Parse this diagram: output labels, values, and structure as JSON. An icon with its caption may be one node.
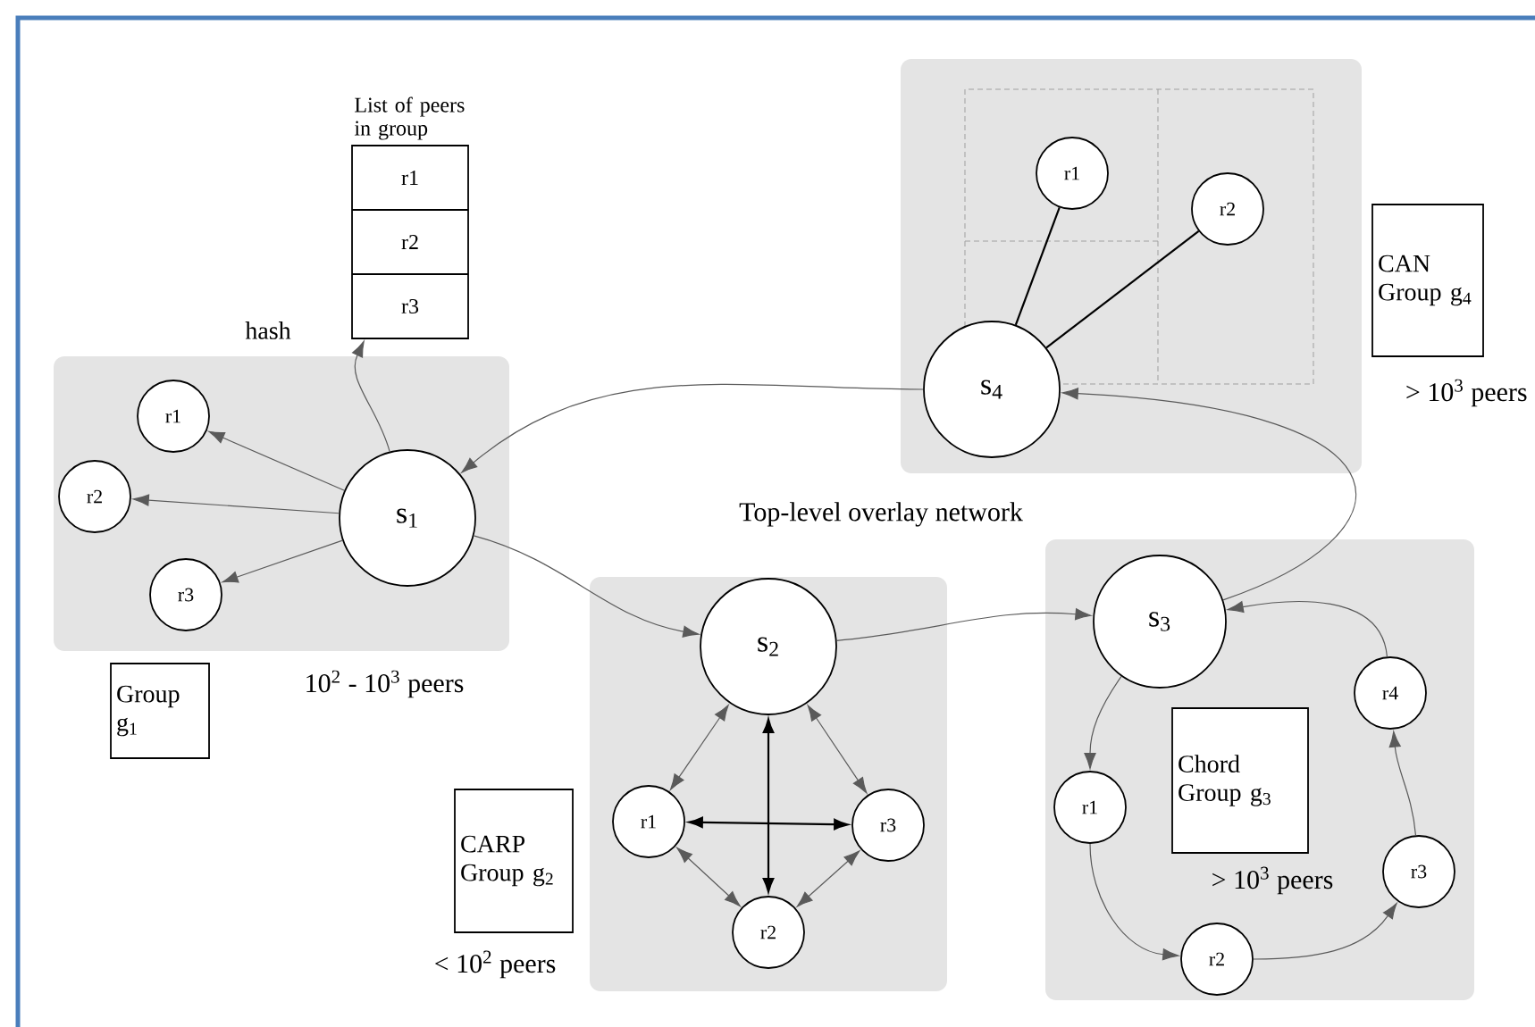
{
  "diagram": {
    "nodes": [
      {
        "text": [],
        "shape": "box"
      },
      {
        "text": [
          "s$_{1}$"
        ],
        "in": 0
      },
      {
        "text": [
          "r1"
        ],
        "in": 0
      },
      {
        "text": [
          "r2"
        ],
        "in": 0
      },
      {
        "text": [
          "r3"
        ],
        "in": 0
      },
      {
        "text": [],
        "shape": "box"
      },
      {
        "text": [
          "s$_{2}$"
        ],
        "in": 5
      },
      {
        "text": [
          "r1"
        ],
        "in": 5
      },
      {
        "text": [
          "r3"
        ],
        "in": 5
      },
      {
        "text": [
          "r2"
        ],
        "in": 5
      },
      {
        "text": [],
        "shape": "box"
      },
      {
        "text": [
          "s$_{3}$"
        ],
        "in": 10
      },
      {
        "text": [
          "r1"
        ],
        "in": 10
      },
      {
        "text": [
          "r2"
        ],
        "in": 10
      },
      {
        "text": [
          "r3"
        ],
        "in": 10
      },
      {
        "text": [
          "r4"
        ],
        "in": 10
      },
      {
        "text": [],
        "shape": "box"
      },
      {
        "text": [
          "s$_{4}$"
        ],
        "in": 16
      },
      {
        "text": [
          "r1"
        ],
        "in": 16
      },
      {
        "text": [
          "r2"
        ],
        "in": 16
      },
      {
        "text": [
          "List of peers in group",
          "r1",
          "r2",
          "r3"
        ]
      },
      {
        "text": [
          "Group g$_{1}$"
        ],
        "beside": [
          "10$^{2}$ - 10$^{3}$ peers"
        ]
      },
      {
        "text": [
          "CARP Group g$_{2}$"
        ],
        "beside": [
          "< 10$^{2}$ peers"
        ]
      },
      {
        "text": [
          "Chord Group g$_{3}$"
        ],
        "beside": [
          "> 10$^{3}$ peers"
        ],
        "in": 10
      },
      {
        "text": [
          "CAN Group g$_{4}$"
        ],
        "beside": [
          "> 10$^{3}$ peers"
        ]
      }
    ],
    "edges": [
      {
        "from": 1,
        "to": 2,
        "arrow": "to"
      },
      {
        "from": 1,
        "to": 3,
        "arrow": "to"
      },
      {
        "from": 1,
        "to": 4,
        "arrow": "to"
      },
      {
        "from": 1,
        "to": 20,
        "arrow": "to",
        "label": "hash"
      },
      {
        "from": 17,
        "to": 1,
        "arrow": "to"
      },
      {
        "from": 1,
        "to": 6,
        "arrow": "to"
      },
      {
        "from": 6,
        "to": 11,
        "arrow": "to"
      },
      {
        "from": 11,
        "to": 17,
        "arrow": "to"
      },
      {
        "from": 6,
        "to": 7,
        "arrow": "both"
      },
      {
        "from": 6,
        "to": 8,
        "arrow": "both"
      },
      {
        "from": 7,
        "to": 9,
        "arrow": "both"
      },
      {
        "from": 8,
        "to": 9,
        "arrow": "both"
      },
      {
        "from": 7,
        "to": 8,
        "arrow": "both",
        "color": "#000000"
      },
      {
        "from": 6,
        "to": 9,
        "arrow": "both",
        "color": "#000000"
      },
      {
        "from": 11,
        "to": 12,
        "arrow": "to"
      },
      {
        "from": 12,
        "to": 13,
        "arrow": "to"
      },
      {
        "from": 13,
        "to": 14,
        "arrow": "to"
      },
      {
        "from": 14,
        "to": 15,
        "arrow": "to"
      },
      {
        "from": 15,
        "to": 11,
        "arrow": "to"
      },
      {
        "from": 17,
        "to": 18,
        "arrow": "none",
        "color": "#000000"
      },
      {
        "from": 17,
        "to": 19,
        "arrow": "none",
        "color": "#000000"
      }
    ],
    "labels": [
      "Top-level overlay network"
    ]
  }
}
